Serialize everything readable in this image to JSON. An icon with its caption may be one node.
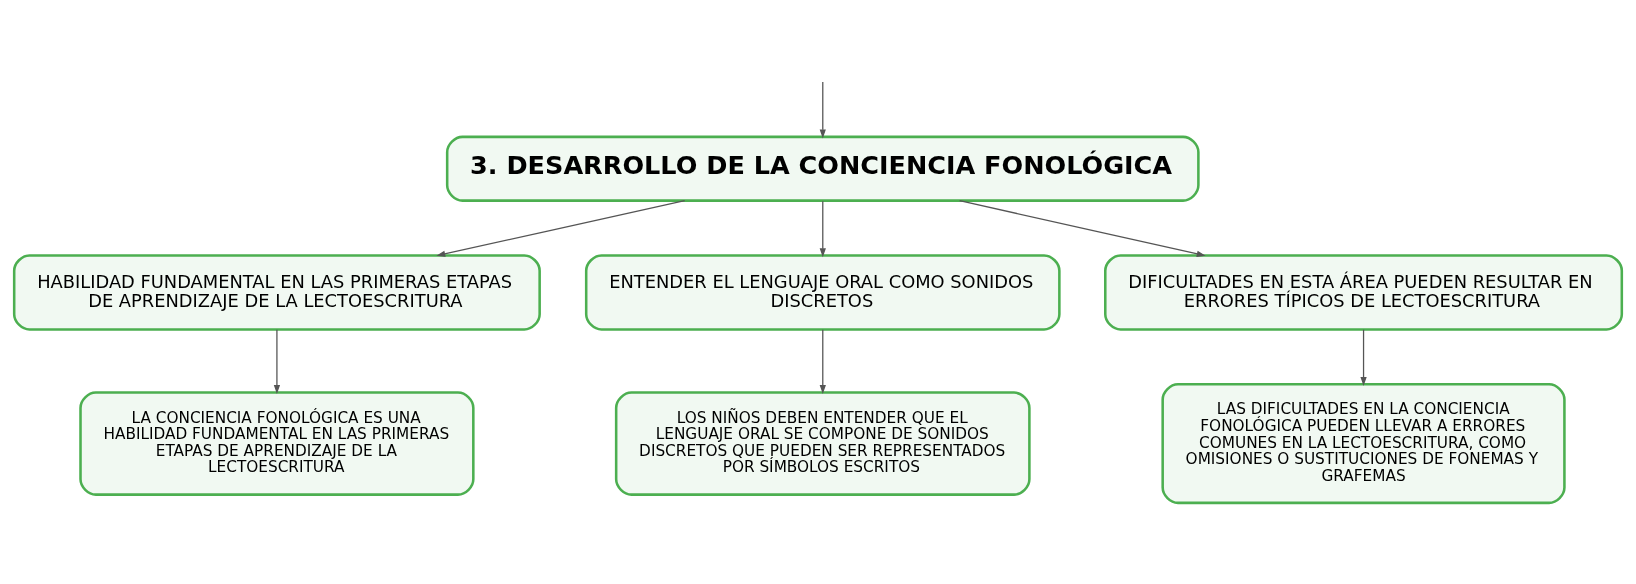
{
  "diagram": {
    "nodes": [
      {
        "text": [
          "3. DESARROLLO DE LA CONCIENCIA FONOLÓGICA"
        ]
      },
      {
        "text": [
          "HABILIDAD FUNDAMENTAL EN LAS PRIMERAS ETAPAS DE APRENDIZAJE DE LA LECTOESCRITURA"
        ]
      },
      {
        "text": [
          "ENTENDER EL LENGUAJE ORAL COMO SONIDOS DISCRETOS"
        ]
      },
      {
        "text": [
          "DIFICULTADES EN ESTA ÁREA PUEDEN RESULTAR EN ERRORES TÍPICOS DE LECTOESCRITURA"
        ]
      },
      {
        "text": [
          "LA CONCIENCIA FONOLÓGICA ES UNA HABILIDAD FUNDAMENTAL EN LAS PRIMERAS ETAPAS DE APRENDIZAJE DE LA LECTOESCRITURA"
        ]
      },
      {
        "text": [
          "LOS NIÑOS DEBEN ENTENDER QUE EL LENGUAJE ORAL SE COMPONE DE SONIDOS DISCRETOS QUE PUEDEN SER REPRESENTADOS POR SÍMBOLOS ESCRITOS"
        ]
      },
      {
        "text": [
          "LAS DIFICULTADES EN LA CONCIENCIA FONOLÓGICA PUEDEN LLEVAR A ERRORES COMUNES EN LA LECTOESCRITURA, COMO OMISIONES O SUSTITUCIONES DE FONEMAS Y GRAFEMAS"
        ]
      }
    ],
    "edges": [
      {
        "from": null,
        "to": 0,
        "arrow": "to"
      },
      {
        "from": 0,
        "to": 1,
        "arrow": "to"
      },
      {
        "from": 0,
        "to": 2,
        "arrow": "to"
      },
      {
        "from": 0,
        "to": 3,
        "arrow": "to"
      },
      {
        "from": 1,
        "to": 4,
        "arrow": "to"
      },
      {
        "from": 2,
        "to": 5,
        "arrow": "to"
      },
      {
        "from": 3,
        "to": 6,
        "arrow": "to"
      }
    ]
  }
}
